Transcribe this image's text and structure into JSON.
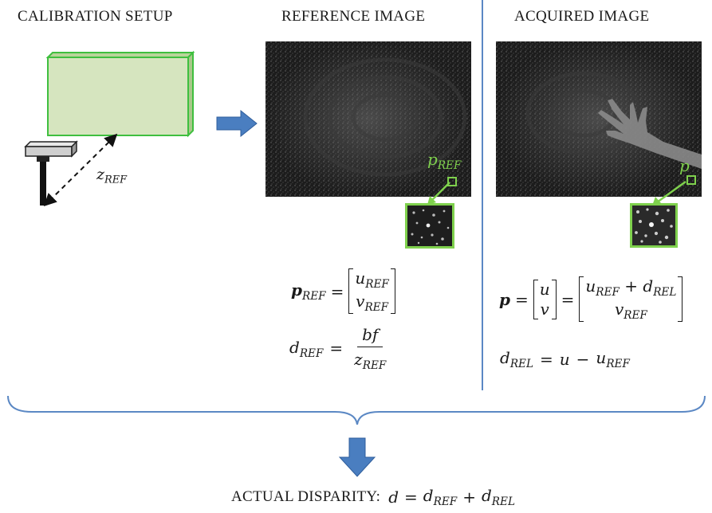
{
  "headings": {
    "calibration": "CALIBRATION SETUP",
    "reference": "REFERENCE IMAGE",
    "acquired": "ACQUIRED IMAGE"
  },
  "labels": {
    "z_ref_var": "z",
    "z_ref_sub": "REF",
    "p_ref_var": "p",
    "p_ref_sub": "REF",
    "p_var": "p"
  },
  "equations": {
    "p_ref": {
      "lhs_var": "p",
      "lhs_sub": "REF",
      "eq": "=",
      "top_var": "u",
      "top_sub": "REF",
      "bot_var": "v",
      "bot_sub": "REF"
    },
    "d_ref": {
      "lhs_var": "d",
      "lhs_sub": "REF",
      "eq": "=",
      "num": "bf",
      "den_var": "z",
      "den_sub": "REF"
    },
    "p": {
      "lhs_var": "p",
      "eq1": "=",
      "col_top": "u",
      "col_bot": "v",
      "eq2": "=",
      "top_var1": "u",
      "top_sub1": "REF",
      "top_plus": "+",
      "top_var2": "d",
      "top_sub2": "REL",
      "bot_var": "v",
      "bot_sub": "REF"
    },
    "d_rel": {
      "lhs_var": "d",
      "lhs_sub": "REL",
      "eq": "=",
      "rhs_var1": "u",
      "minus": "−",
      "rhs_var2": "u",
      "rhs_sub2": "REF"
    }
  },
  "actual": {
    "label": "ACTUAL DISPARITY:",
    "lhs_var": "d",
    "eq": "=",
    "var1": "d",
    "sub1": "REF",
    "plus": "+",
    "var2": "d",
    "sub2": "REL"
  },
  "colors": {
    "screen_fill": "#d6e5bf",
    "green_accent": "#7fd14d",
    "arrow_blue": "#4a7ec0",
    "divider_blue": "#5b88c4",
    "image_bg": "#2a2a2a"
  }
}
